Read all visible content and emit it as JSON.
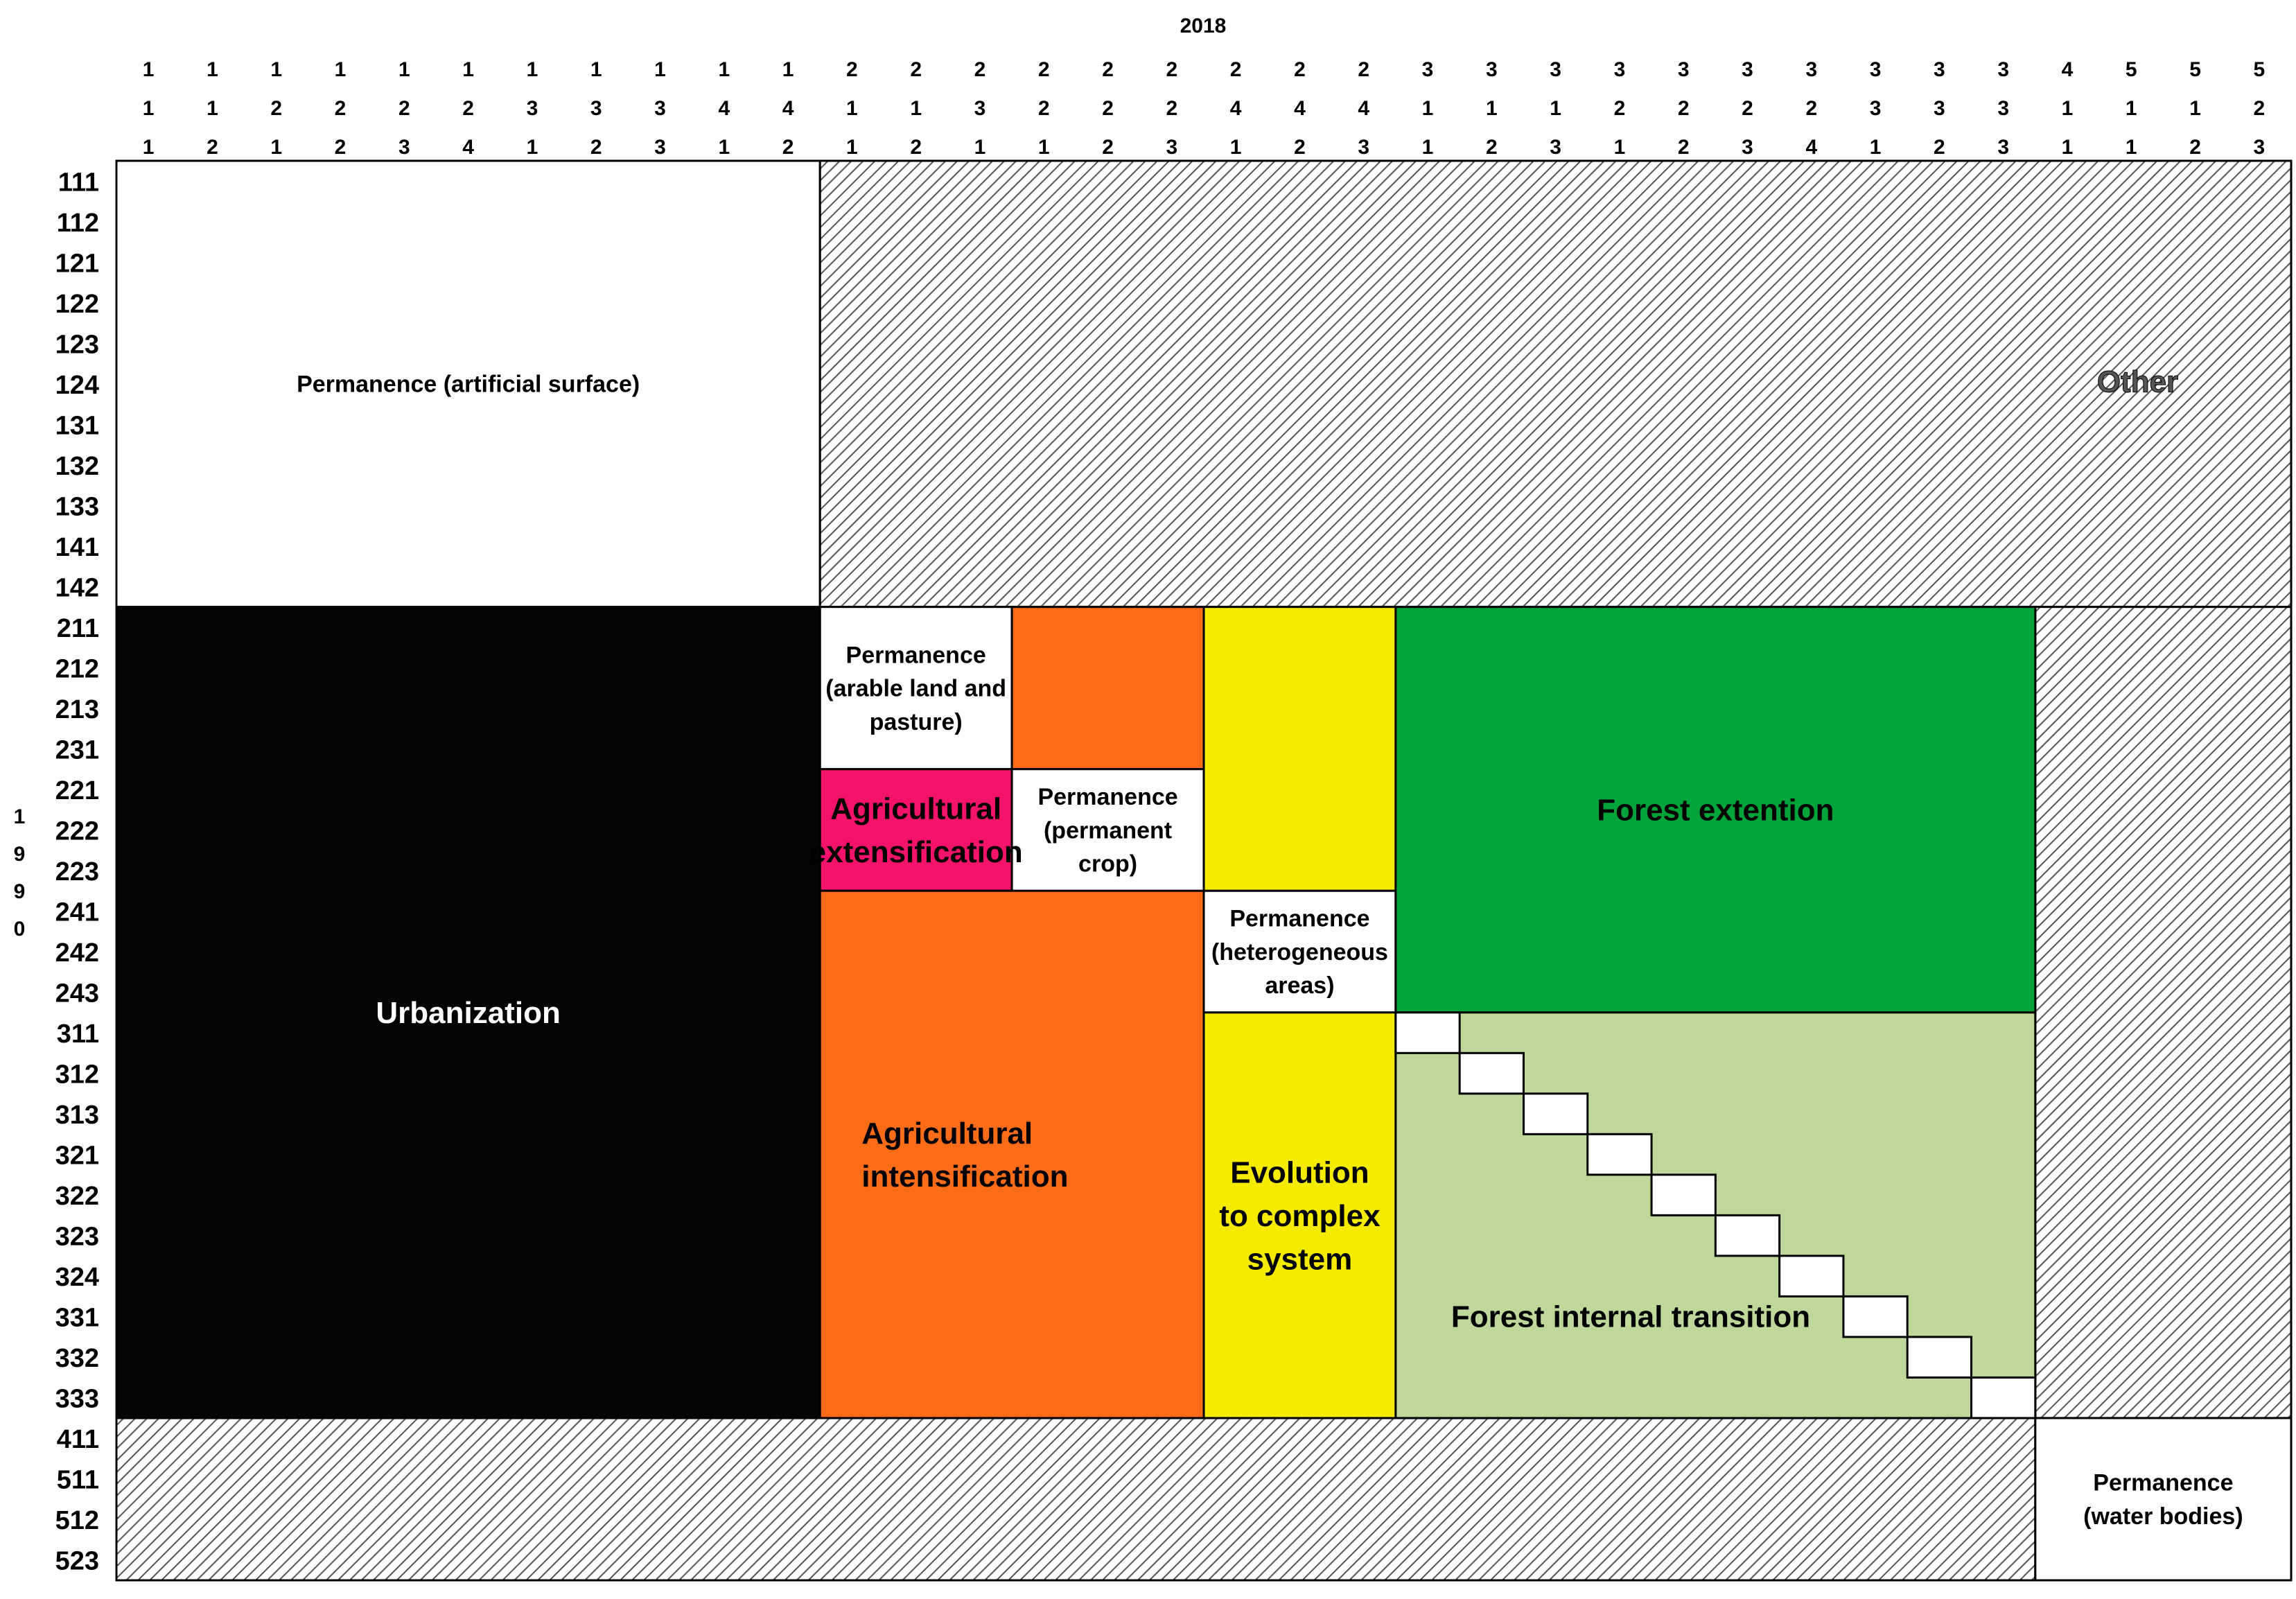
{
  "top_axis_title": "2018",
  "side_axis_title": "1990",
  "columns": [
    "111",
    "112",
    "121",
    "122",
    "123",
    "124",
    "131",
    "132",
    "133",
    "141",
    "142",
    "211",
    "212",
    "231",
    "221",
    "222",
    "223",
    "241",
    "242",
    "243",
    "311",
    "312",
    "313",
    "321",
    "322",
    "323",
    "324",
    "331",
    "332",
    "333",
    "411",
    "511",
    "512",
    "523"
  ],
  "rows": [
    "111",
    "112",
    "121",
    "122",
    "123",
    "124",
    "131",
    "132",
    "133",
    "141",
    "142",
    "211",
    "212",
    "213",
    "231",
    "221",
    "222",
    "223",
    "241",
    "242",
    "243",
    "311",
    "312",
    "313",
    "321",
    "322",
    "323",
    "324",
    "331",
    "332",
    "333",
    "411",
    "511",
    "512",
    "523"
  ],
  "colors": {
    "urbanization": "#040404",
    "agri_intensification": "#fb6c19",
    "agri_extensification": "#f3136b",
    "evolution": "#f5eb00",
    "forest_extension": "#00a43b",
    "forest_internal": "#bdd89a",
    "permanence": "#ffffff",
    "hatch": "#555555"
  },
  "regions": [
    {
      "id": "perm-artificial",
      "fill": "permanence",
      "lines": [
        "Permanence (artificial surface)"
      ],
      "font": "small"
    },
    {
      "id": "other-top",
      "fill": "hatch",
      "lines": []
    },
    {
      "id": "other-right",
      "fill": "hatch",
      "lines": []
    },
    {
      "id": "other-bottom",
      "fill": "hatch",
      "lines": []
    },
    {
      "id": "urbanization",
      "fill": "urbanization",
      "lines": [
        "Urbanization"
      ],
      "font": "big",
      "text_color": "#ffffff"
    },
    {
      "id": "perm-arable",
      "fill": "permanence",
      "lines": [
        "Permanence",
        "(arable land and",
        "pasture)"
      ],
      "font": "small"
    },
    {
      "id": "agri-int-top",
      "fill": "agri_intensification",
      "lines": []
    },
    {
      "id": "agri-ext",
      "fill": "agri_extensification",
      "lines": [
        "Agricultural",
        "extensification"
      ],
      "font": "big"
    },
    {
      "id": "perm-crop",
      "fill": "permanence",
      "lines": [
        "Permanence",
        "(permanent",
        "crop)"
      ],
      "font": "small"
    },
    {
      "id": "evolution-top",
      "fill": "evolution",
      "lines": []
    },
    {
      "id": "perm-heterogeneous",
      "fill": "permanence",
      "lines": [
        "Permanence",
        "(heterogeneous",
        "areas)"
      ],
      "font": "small"
    },
    {
      "id": "agri-intensification",
      "fill": "agri_intensification",
      "lines": [
        "Agricultural",
        "intensification"
      ],
      "font": "big",
      "align": "start"
    },
    {
      "id": "evolution",
      "fill": "evolution",
      "lines": [
        "Evolution",
        "to complex",
        "system"
      ],
      "font": "big"
    },
    {
      "id": "forest-extension",
      "fill": "forest_extension",
      "lines": [
        "Forest extention"
      ],
      "font": "big"
    },
    {
      "id": "forest-internal",
      "fill": "forest_internal",
      "lines": [],
      "caption": "Forest internal transition"
    },
    {
      "id": "perm-water",
      "fill": "permanence",
      "lines": [
        "Permanence",
        "(water bodies)"
      ],
      "font": "small"
    }
  ],
  "other_label": "Other",
  "forest_internal_label": "Forest internal transition"
}
